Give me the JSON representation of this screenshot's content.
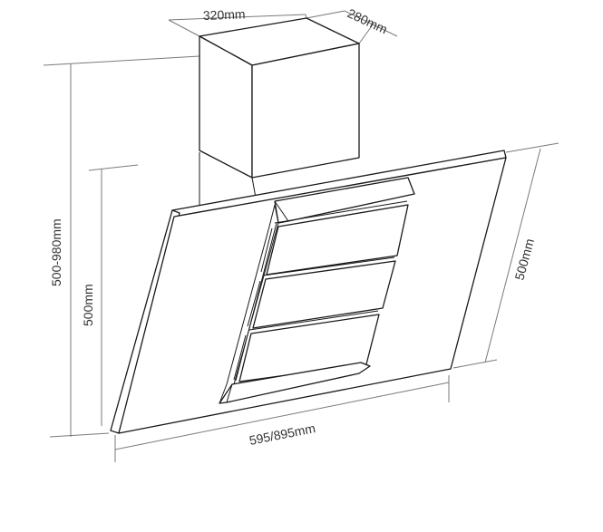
{
  "dimensions": {
    "chimney_width": "320mm",
    "chimney_depth": "280mm",
    "total_height": "500-980mm",
    "glass_height": "500mm",
    "glass_depth": "500mm",
    "hood_width": "595/895mm"
  }
}
